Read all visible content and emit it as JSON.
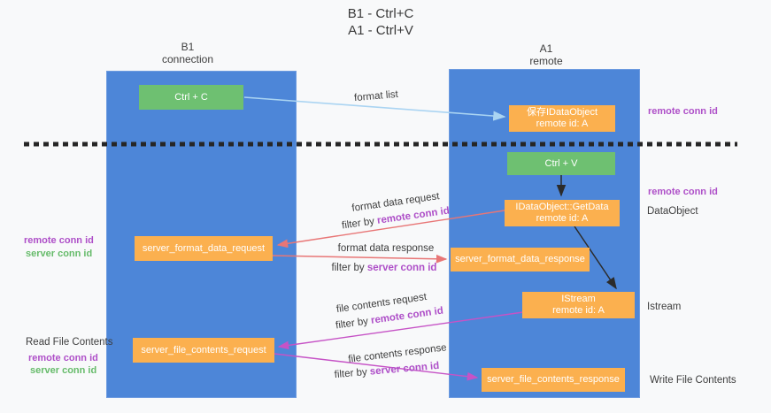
{
  "title": {
    "line1": "B1 - Ctrl+C",
    "line2": "A1 - Ctrl+V"
  },
  "columns": {
    "left": {
      "name": "B1",
      "role": "connection"
    },
    "right": {
      "name": "A1",
      "role": "remote"
    }
  },
  "nodes": {
    "ctrl_c": {
      "label": "Ctrl + C"
    },
    "store_dataobject": {
      "line1": "保存IDataObject",
      "line2": "remote id: A"
    },
    "ctrl_v": {
      "label": "Ctrl + V"
    },
    "getdata": {
      "line1": "IDataObject::GetData",
      "line2": "remote id: A"
    },
    "format_request": {
      "label": "server_format_data_request"
    },
    "format_response": {
      "label": "server_format_data_response"
    },
    "istream": {
      "line1": "IStream",
      "line2": "remote id: A"
    },
    "file_request": {
      "label": "server_file_contents_request"
    },
    "file_response": {
      "label": "server_file_contents_response"
    }
  },
  "flow_labels": {
    "format_list": "format list",
    "format_data_request": "format data request",
    "format_data_response": "format data response",
    "file_contents_request": "file contents request",
    "file_contents_response": "file contents response",
    "filter_by": "filter by",
    "remote_conn_id": "remote conn id",
    "server_conn_id": "server conn id"
  },
  "side_labels": {
    "remote_conn_id": "remote conn id",
    "server_conn_id": "server conn id",
    "dataobject": "DataObject",
    "istream": "Istream",
    "read_file_contents": "Read File Contents",
    "write_file_contents": "Write File Contents"
  },
  "colors": {
    "column_blue": "#4d86d8",
    "node_green": "#6ec071",
    "node_orange": "#fbb04f",
    "arrow_lightblue": "#aad4f2",
    "arrow_red": "#e87676",
    "arrow_magenta": "#c653c6",
    "text_purple": "#ae4fc8",
    "text_green": "#66bb6a",
    "dashed_line": "#262626"
  }
}
